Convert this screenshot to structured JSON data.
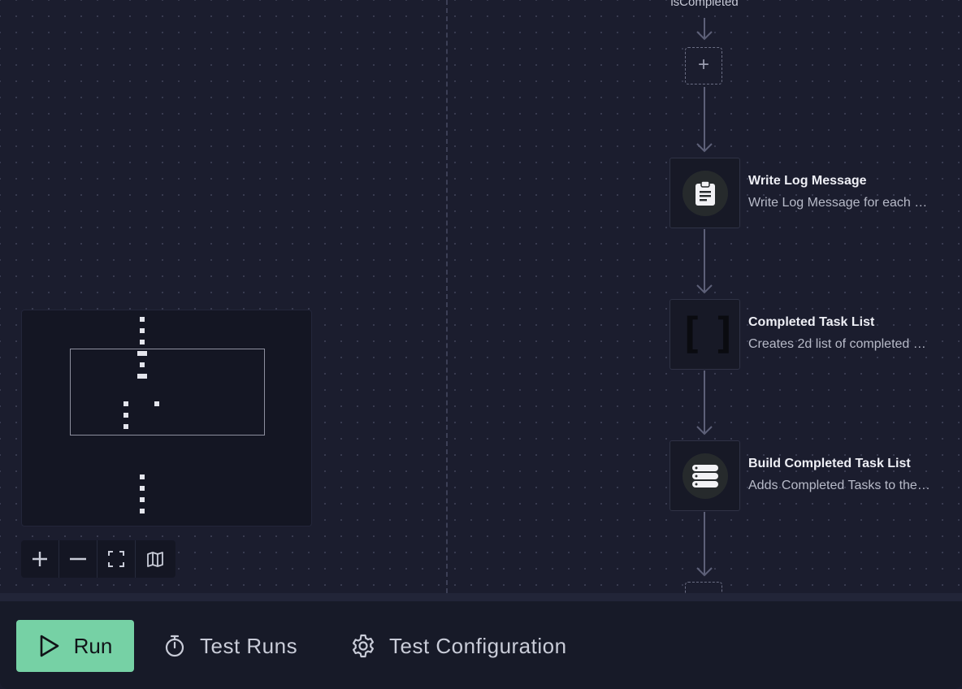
{
  "canvas": {
    "edge_label": "isCompleted",
    "add_step_symbol": "+",
    "nodes": [
      {
        "title": "Write Log Message",
        "description": "Write Log Message for each …",
        "icon": "clipboard-icon"
      },
      {
        "title": "Completed Task List",
        "description": "Creates 2d list of completed …",
        "icon": "brackets-icon",
        "glyph": "[]"
      },
      {
        "title": "Build Completed Task List",
        "description": "Adds Completed Tasks to the…",
        "icon": "stack-icon"
      }
    ]
  },
  "minimap": {
    "label": "minimap"
  },
  "zoom_controls": {
    "buttons": [
      "zoom-in-icon",
      "zoom-out-icon",
      "fit-view-icon",
      "map-icon"
    ]
  },
  "bottom_bar": {
    "run_label": "Run",
    "test_runs_label": "Test Runs",
    "test_config_label": "Test Configuration"
  },
  "colors": {
    "background": "#1b1d2e",
    "accent": "#76d1a5",
    "connector": "#6b6e84"
  }
}
